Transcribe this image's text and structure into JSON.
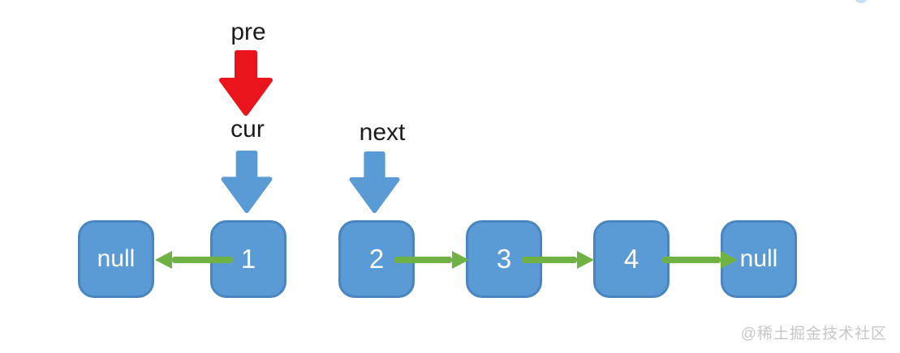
{
  "diagram": {
    "title": "linked-list-reversal-step",
    "pointers": {
      "pre": {
        "label": "pre",
        "arrow_color": "#ea141d",
        "points_to_gap_before": "1"
      },
      "cur": {
        "label": "cur",
        "arrow_color": "#5b9bd5",
        "points_to": "1"
      },
      "next": {
        "label": "next",
        "arrow_color": "#5b9bd5",
        "points_to": "2"
      }
    },
    "nodes": [
      {
        "label": "null"
      },
      {
        "label": "1"
      },
      {
        "label": "2"
      },
      {
        "label": "3"
      },
      {
        "label": "4"
      },
      {
        "label": "null"
      }
    ],
    "edges": [
      {
        "from": "1",
        "to": "null",
        "direction": "left"
      },
      {
        "from": "2",
        "to": "3",
        "direction": "right"
      },
      {
        "from": "3",
        "to": "4",
        "direction": "right"
      },
      {
        "from": "4",
        "to": "null",
        "direction": "right"
      }
    ],
    "colors": {
      "node_fill": "#5b9bd5",
      "node_border": "#4a85c0",
      "node_text": "#ffffff",
      "edge_arrow": "#6fb243",
      "pre_arrow": "#ea141d",
      "pointer_arrow": "#5b9bd5",
      "label_text": "#1b1b1b"
    }
  },
  "watermark": {
    "text": "@稀土掘金技术社区"
  }
}
